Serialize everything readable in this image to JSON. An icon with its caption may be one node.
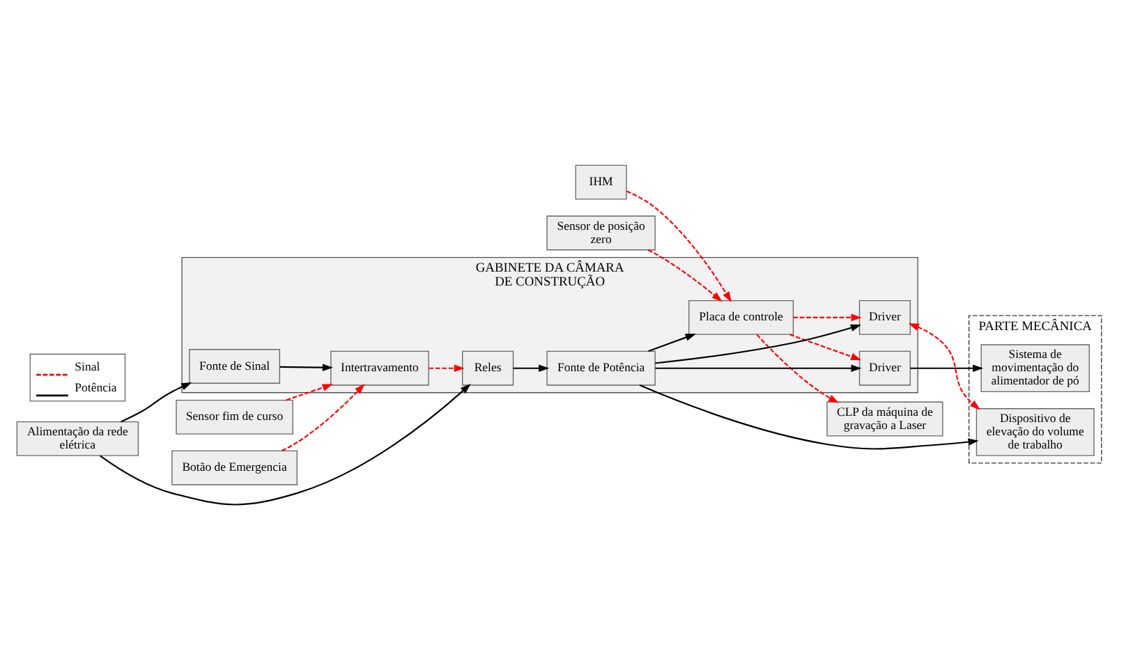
{
  "diagram": {
    "nodes": [
      {
        "text": [
          "GABINETE DA CÂMARA DE CONSTRUÇÃO"
        ]
      },
      {
        "text": [
          "PARTE MECÂNICA"
        ]
      },
      {
        "text": [
          "CLP da máquina de gravação a Laser"
        ]
      },
      {
        "text": [
          "IHM"
        ]
      },
      {
        "text": [
          "Placa de controle"
        ],
        "in": 0
      },
      {
        "text": [
          "Driver"
        ],
        "in": 0
      },
      {
        "text": [
          "Driver"
        ],
        "in": 0
      },
      {
        "text": [
          "Fonte de Potência"
        ],
        "in": 0
      },
      {
        "text": [
          "Reles"
        ],
        "in": 0
      },
      {
        "text": [
          "Intertravamento"
        ],
        "in": 0
      },
      {
        "text": [
          "Fonte de Sinal"
        ],
        "in": 0
      },
      {
        "text": [
          "Alimentação da rede elétrica"
        ]
      },
      {
        "text": [
          "Sistema de movimentação do alimentador de pó"
        ],
        "in": 1
      },
      {
        "text": [
          "Dispositivo de elevação do volume de trabalho"
        ],
        "in": 1
      },
      {
        "text": [
          "Sensor de posição zero"
        ]
      },
      {
        "text": [
          "Sensor fim de curso"
        ]
      },
      {
        "text": [
          "Botão de Emergencia"
        ]
      }
    ],
    "edges": [
      {
        "from": 4,
        "to": 2,
        "arrow": "to",
        "style": "dashed",
        "color": "#ff0000"
      },
      {
        "from": 3,
        "to": 4,
        "arrow": "to",
        "style": "dashed",
        "color": "#ff0000"
      },
      {
        "from": 4,
        "to": 5,
        "arrow": "to",
        "style": "dashed",
        "color": "#ff0000"
      },
      {
        "from": 4,
        "to": 6,
        "arrow": "to",
        "style": "dashed",
        "color": "#ff0000"
      },
      {
        "from": 6,
        "to": 13,
        "arrow": "both",
        "style": "dashed",
        "color": "#ff0000"
      },
      {
        "from": 14,
        "to": 4,
        "arrow": "to",
        "style": "dashed",
        "color": "#ff0000"
      },
      {
        "from": 9,
        "to": 8,
        "arrow": "to",
        "style": "dashed",
        "color": "#ff0000"
      },
      {
        "from": 15,
        "to": 9,
        "arrow": "to",
        "style": "dashed",
        "color": "#ff0000"
      },
      {
        "from": 16,
        "to": 9,
        "arrow": "to",
        "style": "dashed",
        "color": "#ff0000"
      },
      {
        "from": 7,
        "to": 4,
        "arrow": "to",
        "color": "#000000"
      },
      {
        "from": 7,
        "to": 5,
        "arrow": "to",
        "color": "#000000"
      },
      {
        "from": 7,
        "to": 6,
        "arrow": "to",
        "color": "#000000"
      },
      {
        "from": 7,
        "to": 13,
        "arrow": "to",
        "color": "#000000"
      },
      {
        "from": 5,
        "to": 12,
        "arrow": "to",
        "color": "#000000"
      },
      {
        "from": 8,
        "to": 7,
        "arrow": "to",
        "color": "#000000"
      },
      {
        "from": 11,
        "to": 8,
        "arrow": "to",
        "color": "#000000"
      },
      {
        "from": 11,
        "to": 10,
        "arrow": "to",
        "color": "#000000"
      },
      {
        "from": 10,
        "to": 9,
        "arrow": "to",
        "color": "#000000"
      }
    ],
    "legend": [
      {
        "text": "Sinal"
      },
      {
        "text": "Potência"
      }
    ]
  }
}
